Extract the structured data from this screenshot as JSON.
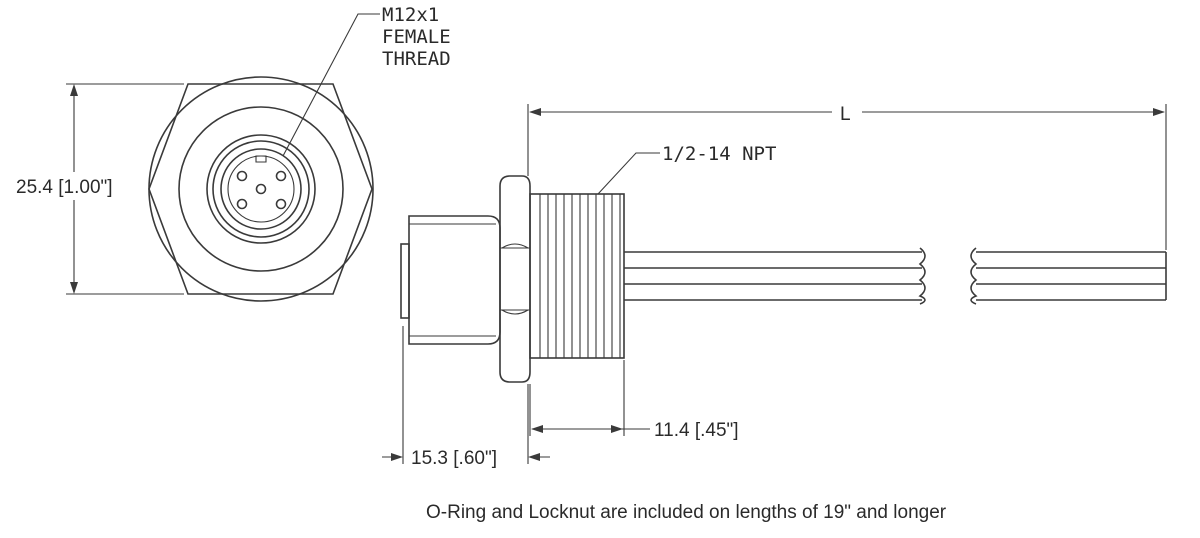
{
  "callouts": {
    "thread_line1": "M12x1",
    "thread_line2": "FEMALE",
    "thread_line3": "THREAD",
    "npt": "1/2-14 NPT",
    "length": "L"
  },
  "dimensions": {
    "hex_height": "25.4 [1.00\"]",
    "thread_length": "11.4 [.45\"]",
    "body_length": "15.3 [.60\"]"
  },
  "footer_note": "O-Ring and Locknut are included on lengths of 19\" and longer"
}
